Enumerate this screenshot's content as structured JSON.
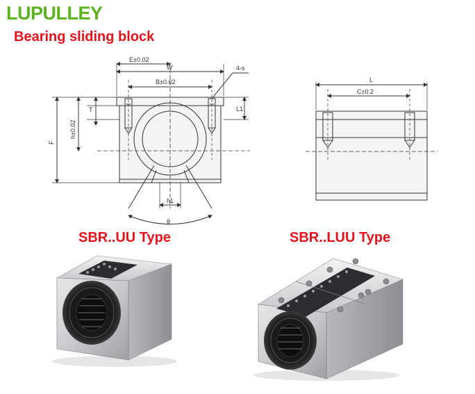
{
  "brand": {
    "name": "LUPULLEY",
    "color": "#5db21f"
  },
  "subtitle": "Bearing sliding block",
  "accent_color": "#e4131b",
  "front_view": {
    "labels": {
      "e": "E±0.02",
      "w": "W",
      "s": "4-s",
      "b": "B±0.02",
      "t": "T",
      "l1": "L1",
      "h": "h±0.02",
      "f": "F",
      "h1": "h1",
      "theta": "θ"
    }
  },
  "side_view": {
    "labels": {
      "l": "L",
      "c": "C±0.2"
    }
  },
  "types": {
    "uu": "SBR..UU Type",
    "luu": "SBR..LUU Type"
  },
  "photos": {
    "uu": "sbr-uu-block-photo",
    "luu": "sbr-luu-block-photo"
  }
}
